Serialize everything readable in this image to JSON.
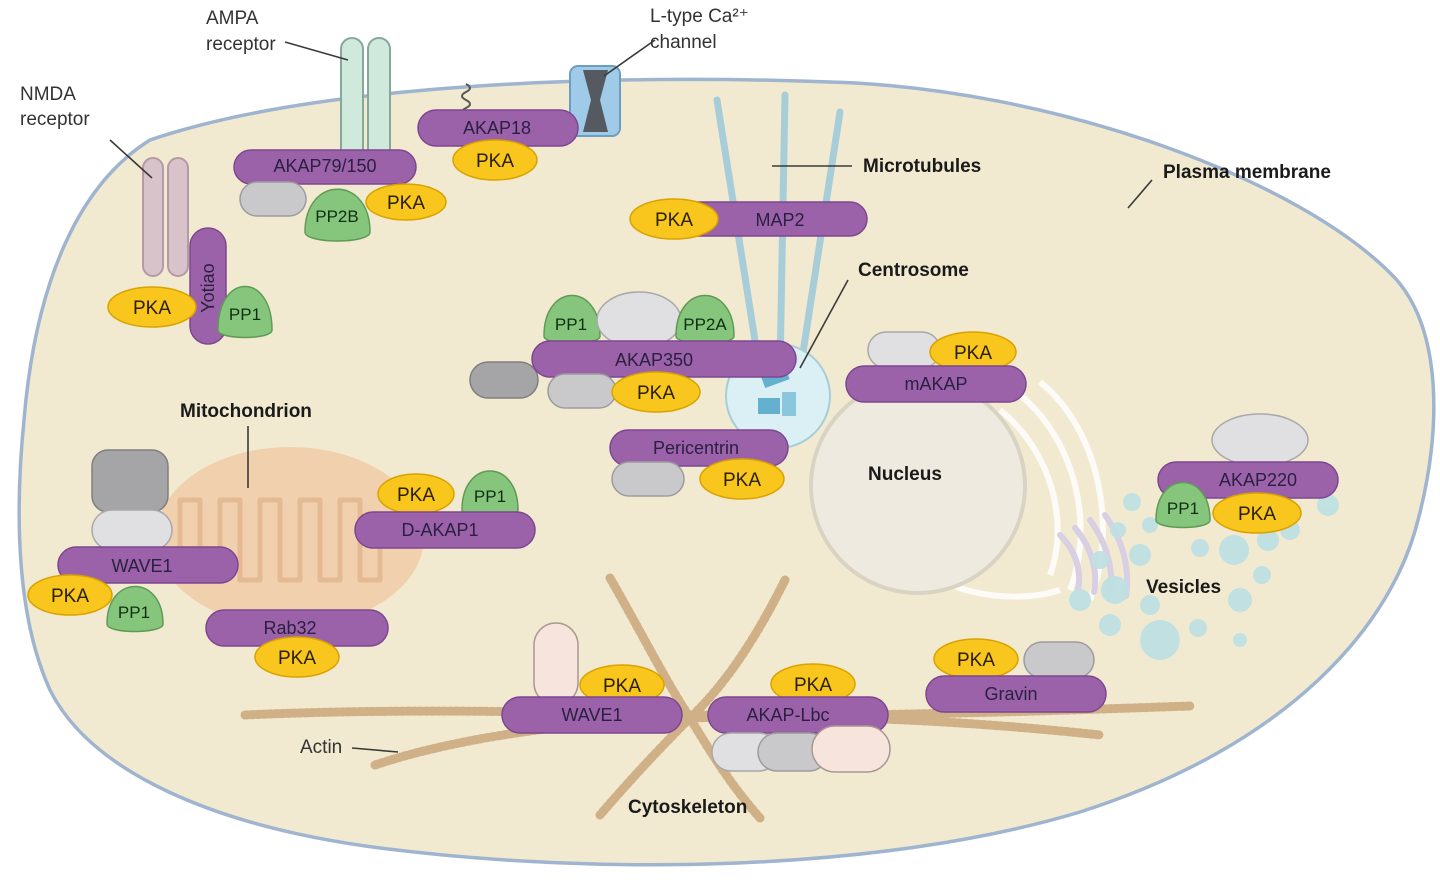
{
  "labels": {
    "nmda": [
      "NMDA",
      "receptor"
    ],
    "ampa": [
      "AMPA",
      "receptor"
    ],
    "ltype": [
      "L-type Ca²⁺",
      "channel"
    ],
    "microtubules": "Microtubules",
    "plasma_membrane": "Plasma membrane",
    "centrosome": "Centrosome",
    "mitochondrion": "Mitochondrion",
    "nucleus": "Nucleus",
    "vesicles": "Vesicles",
    "actin": "Actin",
    "cytoskeleton": "Cytoskeleton"
  },
  "proteins": {
    "akap79": "AKAP79/150",
    "akap18": "AKAP18",
    "yotiao": "Yotiao",
    "map2": "MAP2",
    "akap350": "AKAP350",
    "makap": "mAKAP",
    "pericentrin": "Pericentrin",
    "d_akap1": "D-AKAP1",
    "wave1_left": "WAVE1",
    "rab32": "Rab32",
    "akap220": "AKAP220",
    "wave1_bottom": "WAVE1",
    "akap_lbc": "AKAP-Lbc",
    "gravin": "Gravin"
  },
  "partners": {
    "pka": "PKA",
    "pp1": "PP1",
    "pp2b": "PP2B",
    "pp2a": "PP2A"
  },
  "colors": {
    "cell_fill": "#f2ead0",
    "cell_edge": "#9fb4cf",
    "akap_purple": "#9b62aa",
    "pka_yellow": "#f8c61c",
    "phosphatase_green": "#86c67c",
    "grey_protein": "#c9c9cb",
    "dark_grey_protein": "#a5a5a7",
    "light_grey_protein": "#e0e0e2",
    "pink_protein": "#f7e4dc",
    "microtubule_blue": "#a7cdd9",
    "mito_fill": "#efcda9",
    "nucleus_fill": "#eeeadf",
    "vesicle_fill": "#bfe0e2",
    "actin_color": "#c9a77b"
  }
}
